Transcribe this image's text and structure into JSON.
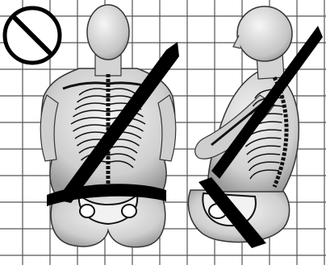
{
  "illustration": {
    "subject": "incorrect-seat-belt-routing",
    "prohibition_symbol": {
      "icon": "no-entry-circle-slash-icon",
      "color": "#000000"
    },
    "figures": [
      {
        "id": "front-view",
        "belt": "shoulder-belt-behind-arm-plus-lap-belt"
      },
      {
        "id": "side-view",
        "belt": "shoulder-belt-across-back-plus-lap-belt"
      }
    ],
    "colors": {
      "grid": "#555555",
      "body_fill": "#dcdcdc",
      "body_shade": "#b0b0b0",
      "belt": "#000000",
      "bone": "#ffffff"
    }
  }
}
